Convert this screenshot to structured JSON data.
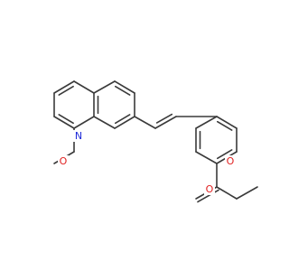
{
  "molecule": {
    "atoms": {
      "ring_nitrogen": {
        "symbol": "N",
        "color": "#1f2bd8"
      },
      "methoxy_oxygen": {
        "symbol": "O",
        "color": "#e02020"
      },
      "ester_ether_oxygen": {
        "symbol": "O",
        "color": "#e02020"
      },
      "carbonyl_oxygen": {
        "symbol": "O",
        "color": "#e02020"
      }
    },
    "bond_color": "#3a3a3a",
    "background": "#ffffff"
  }
}
